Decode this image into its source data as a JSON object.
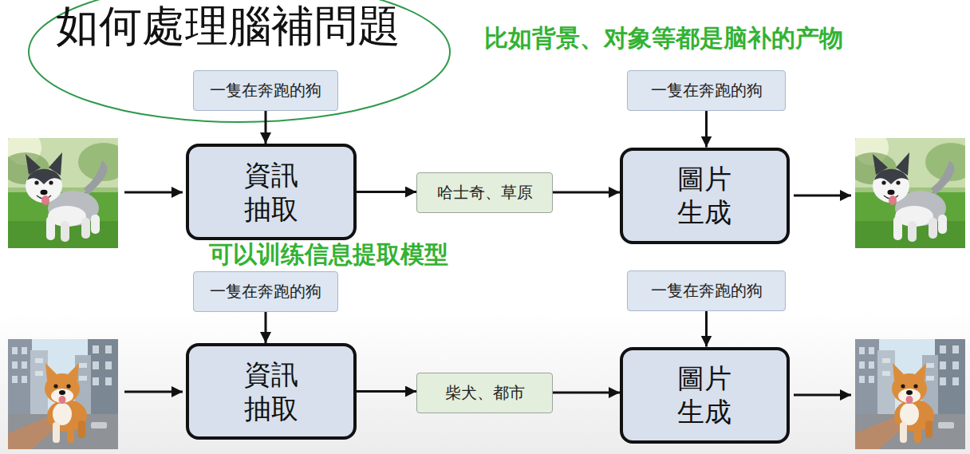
{
  "diagram": {
    "title": "如何處理腦補問題",
    "nodes": [
      {
        "text": [
          "一隻在奔跑的狗"
        ]
      },
      {
        "text": [
          "資訊 抽取"
        ]
      },
      {
        "text": [
          "哈士奇、草原"
        ]
      },
      {
        "text": [
          "一隻在奔跑的狗"
        ]
      },
      {
        "text": [
          "圖片 生成"
        ]
      },
      {
        "text": [
          "一隻在奔跑的狗"
        ]
      },
      {
        "text": [
          "資訊 抽取"
        ]
      },
      {
        "text": [
          "柴犬、都市"
        ]
      },
      {
        "text": [
          "一隻在奔跑的狗"
        ]
      },
      {
        "text": [
          "圖片 生成"
        ]
      }
    ],
    "edges": [
      {
        "from": 0,
        "to": 1,
        "arrow": "to"
      },
      {
        "from": 1,
        "to": 2,
        "arrow": "to"
      },
      {
        "from": 2,
        "to": 4,
        "arrow": "to"
      },
      {
        "from": 3,
        "to": 4,
        "arrow": "to"
      },
      {
        "from": 5,
        "to": 6,
        "arrow": "to"
      },
      {
        "from": 6,
        "to": 7,
        "arrow": "to"
      },
      {
        "from": 7,
        "to": 9,
        "arrow": "to"
      },
      {
        "from": 8,
        "to": 9,
        "arrow": "to"
      }
    ],
    "labels": [
      "比如背景、对象等都是脑补的产物",
      "可以训练信息提取模型"
    ]
  }
}
